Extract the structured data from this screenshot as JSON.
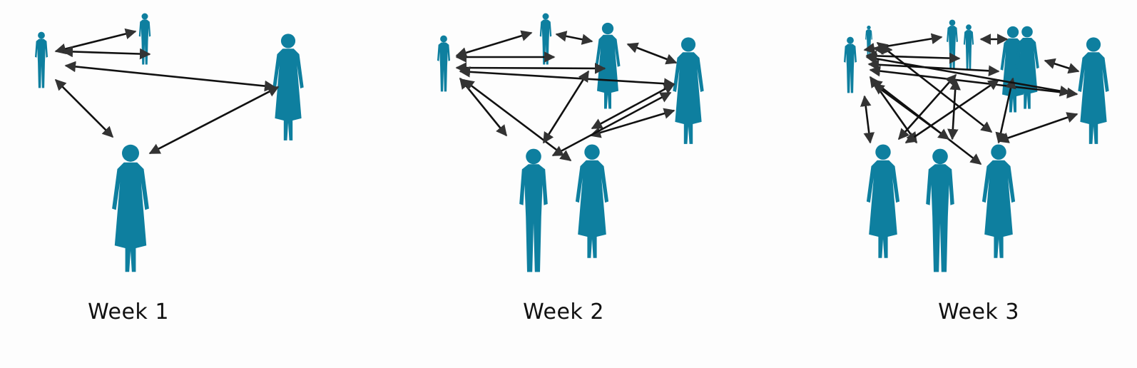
{
  "colors": {
    "figure": "#0e7f9f",
    "arrow": "#111111",
    "arrowhead": "#333333",
    "background": "#fdfdfd"
  },
  "panels": [
    {
      "label": "Week 1",
      "people": 4,
      "connections": 4
    },
    {
      "label": "Week 2",
      "people": 6,
      "connections": 11
    },
    {
      "label": "Week 3",
      "people": 9,
      "connections": 18
    }
  ]
}
